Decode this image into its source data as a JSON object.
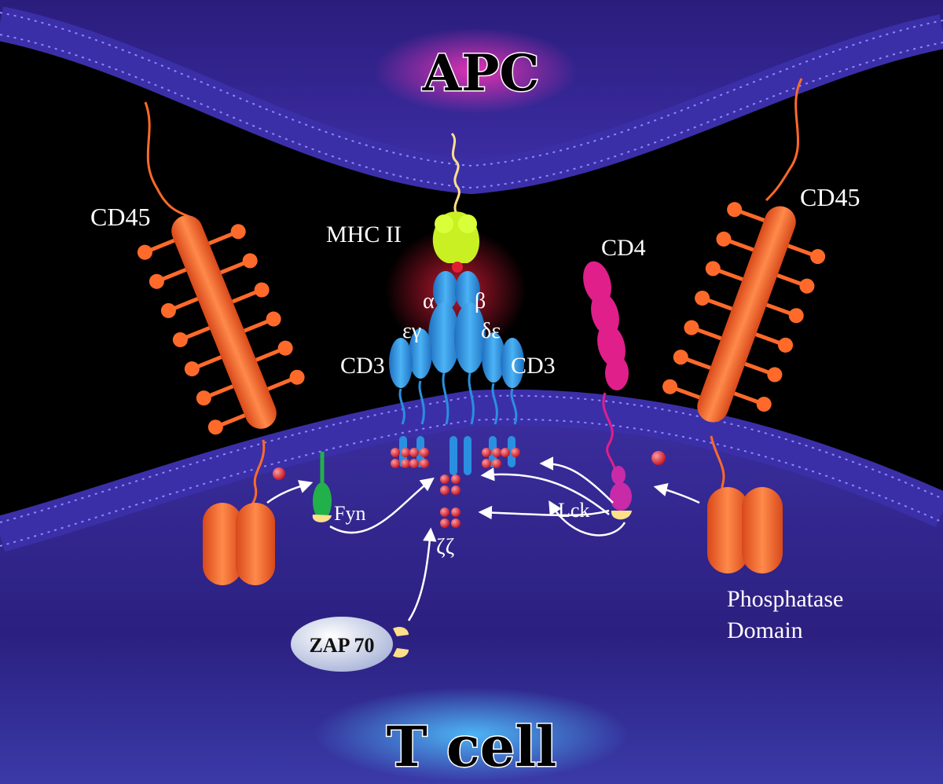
{
  "labels": {
    "apc": "APC",
    "tcell": "T cell",
    "cd45_left": "CD45",
    "cd45_right": "CD45",
    "mhc": "MHC II",
    "cd4": "CD4",
    "alpha": "α",
    "beta": "β",
    "eps_gamma": "εγ",
    "delta_eps": "δε",
    "cd3_left": "CD3",
    "cd3_right": "CD3",
    "fyn": "Fyn",
    "lck": "Lck",
    "zeta": "ζζ",
    "zap70": "ZAP 70",
    "phosphatase_line1": "Phosphatase",
    "phosphatase_line2": "Domain"
  },
  "colors": {
    "background": "#000000",
    "membrane": "#3b2fa8",
    "membrane_highlight": "#8f86ff",
    "cytoplasm": "#2a1f7a",
    "cd45": "#ff6a2a",
    "mhc": "#c9f022",
    "tcr": "#2a8fe0",
    "cd4": "#e01f8a",
    "fyn": "#22b04a",
    "lck": "#c82aa8",
    "phospho": "#e02030",
    "zap_pocket": "#ffe08a"
  }
}
